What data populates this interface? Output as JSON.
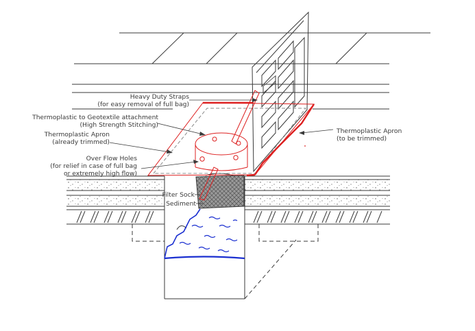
{
  "labels": {
    "straps_line1": "Heavy Duty Straps",
    "straps_line2": "(for easy removal of full bag)",
    "geotextile_line1": "Thermoplastic to Geotextile attachment",
    "geotextile_line2": "(High Strength Stitching)",
    "apron_trimmed_line1": "Thermoplastic Apron",
    "apron_trimmed_line2": "(already trimmed)",
    "overflow_line1": "Over Flow Holes",
    "overflow_line2": "(for relief in case of full bag",
    "overflow_line3": "or extremely high flow)",
    "apron_totrim_line1": "Thermoplastic Apron",
    "apron_totrim_line2": "(to be trimmed)",
    "filter_sock": "Filter Sock",
    "sediment": "Sediment"
  },
  "colors": {
    "linework": "#3a3a3a",
    "apron_outline": "#dd2020",
    "water": "#1a2fd0",
    "sock_fill": "#8a8a8a"
  }
}
